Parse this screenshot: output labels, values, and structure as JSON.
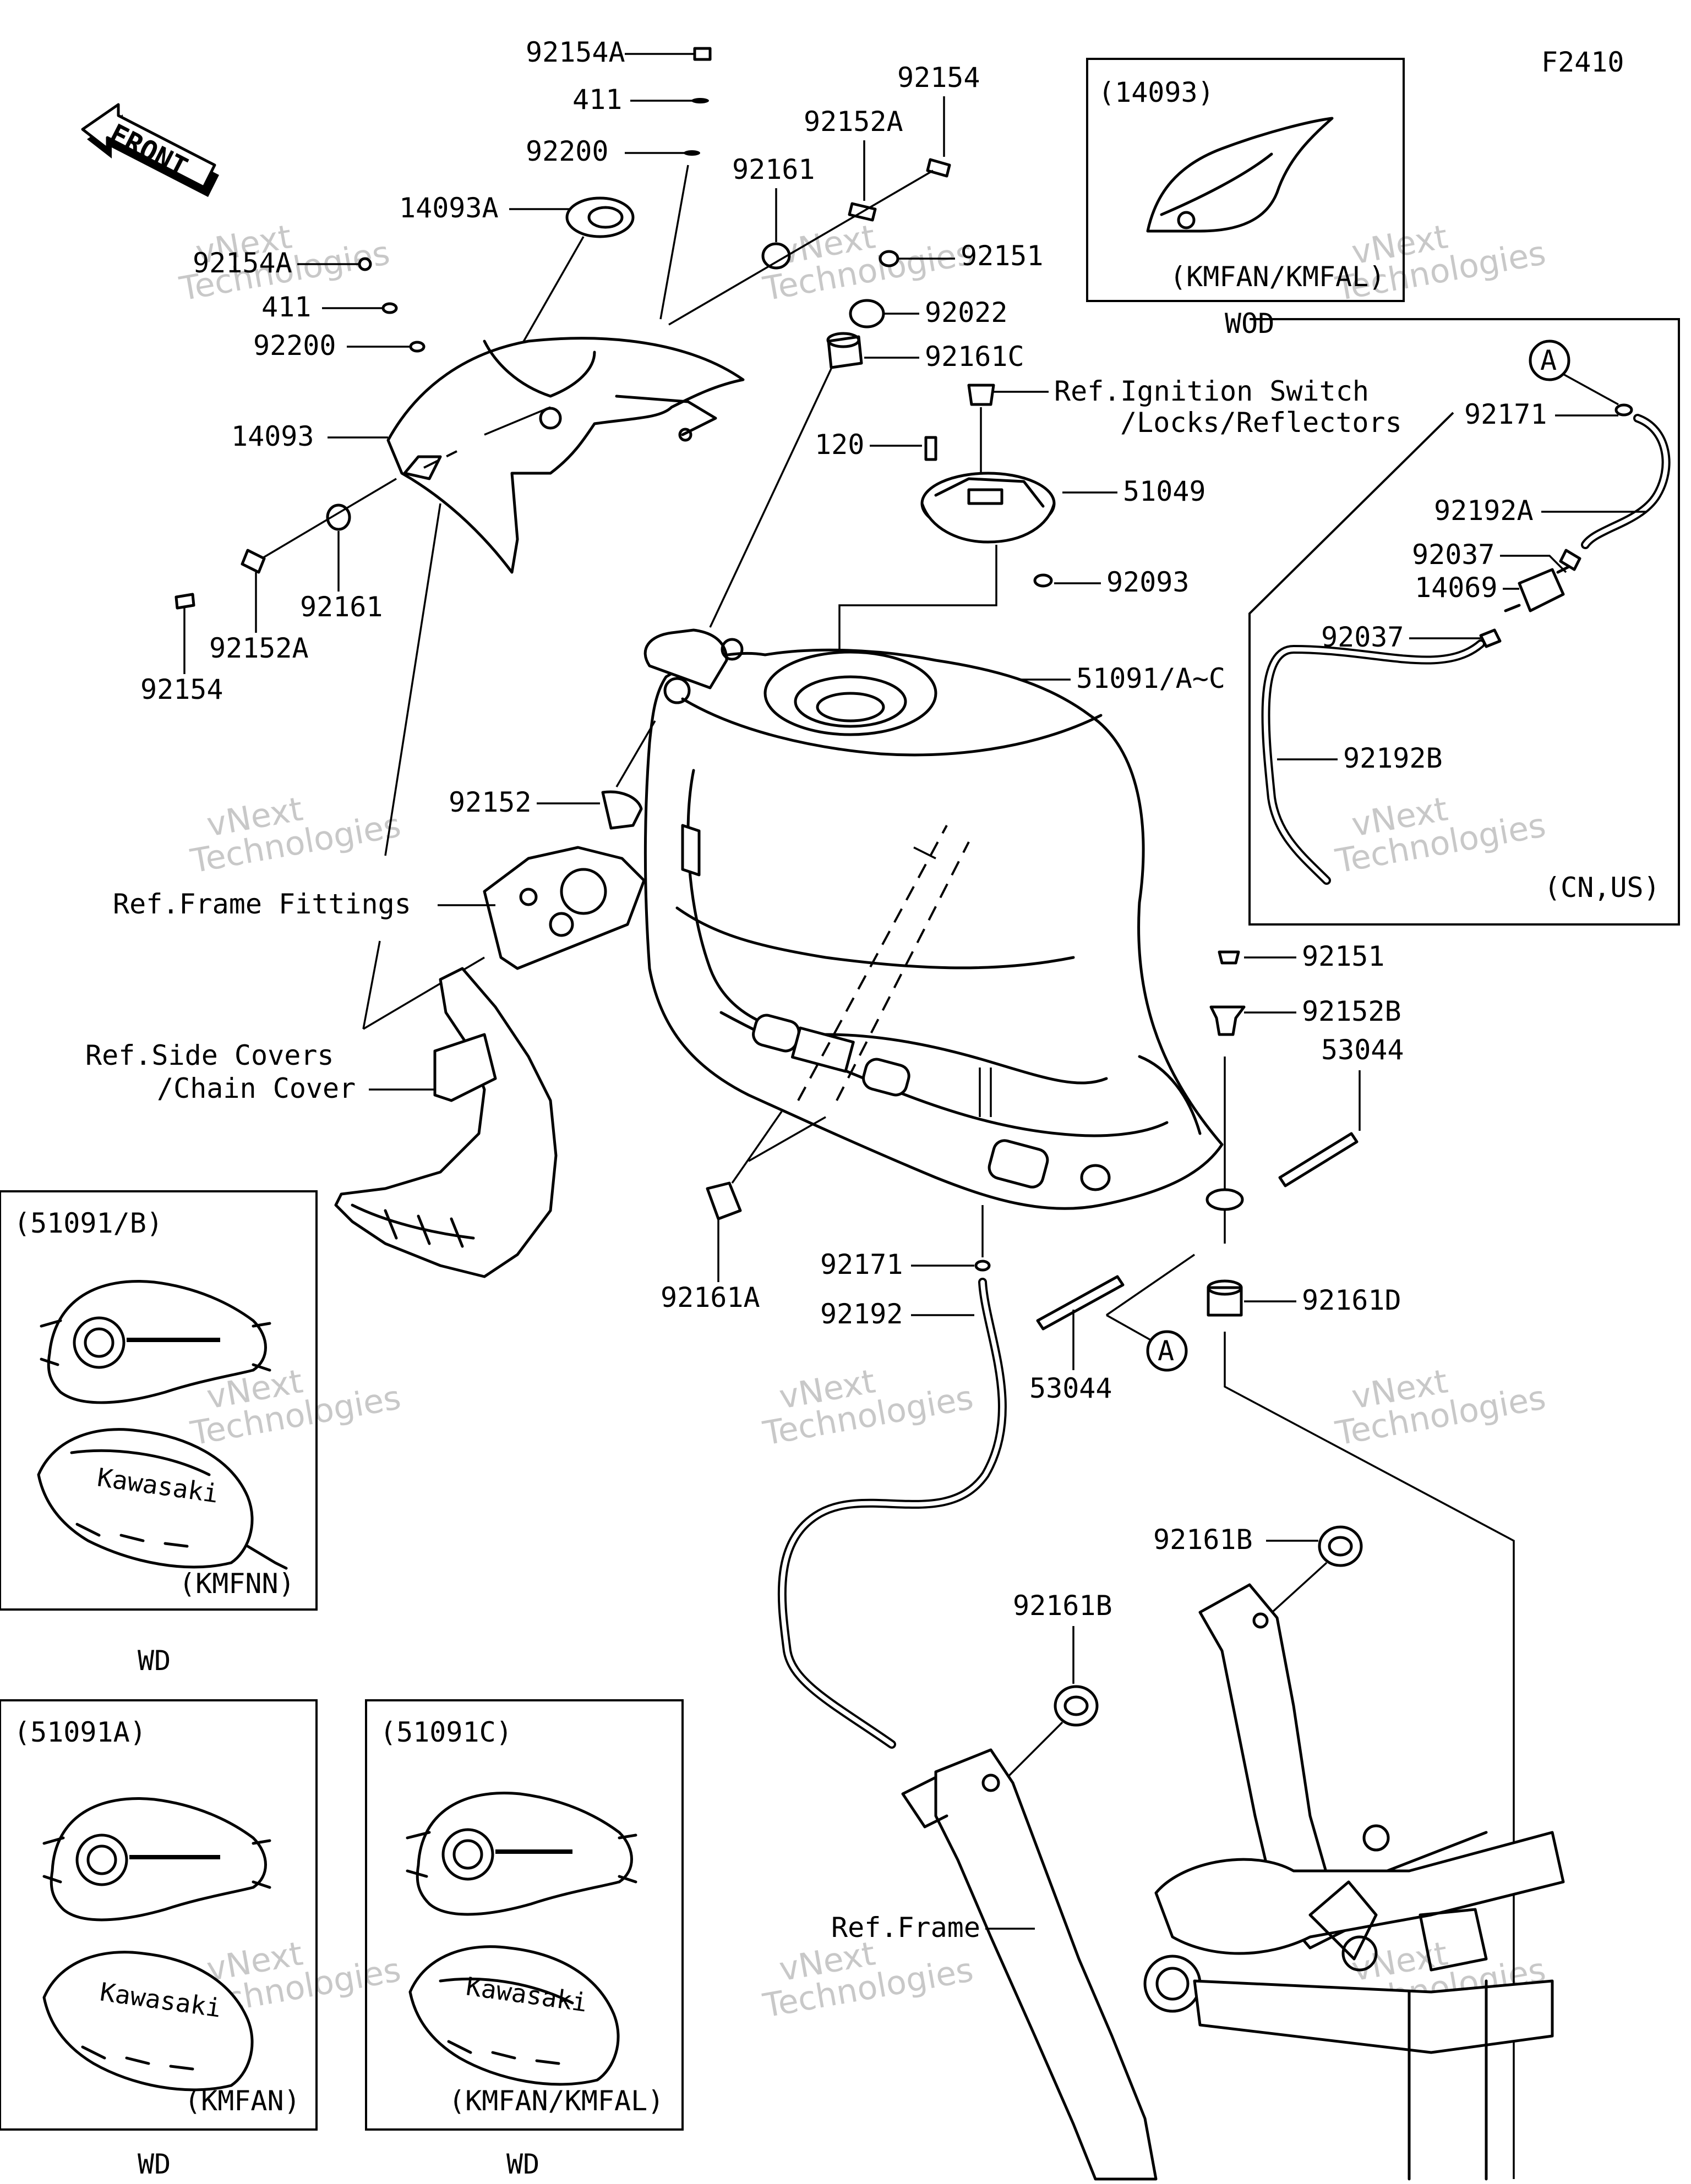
{
  "figure_code": "F2410",
  "front_label": "FRONT",
  "circle_label": "A",
  "watermark": {
    "line1": "vNext",
    "line2": "Technologies",
    "small": "vNext Technologies"
  },
  "callouts": {
    "c92154A_top": "92154A",
    "c411_top": "411",
    "c92200_top": "92200",
    "c92154_top": "92154",
    "c92152A_top": "92152A",
    "c92161_top": "92161",
    "c14093A": "14093A",
    "c92151_top": "92151",
    "c92154A_left": "92154A",
    "c411_left": "411",
    "c92200_left": "92200",
    "c92022": "92022",
    "c92161C": "92161C",
    "c14093": "14093",
    "ref_ignition_1": "Ref.Ignition Switch",
    "ref_ignition_2": "/Locks/Reflectors",
    "c120": "120",
    "c51049": "51049",
    "c92161_left": "92161",
    "c92152A_left": "92152A",
    "c92154_left": "92154",
    "c92093": "92093",
    "c51091": "51091/A~C",
    "c92152": "92152",
    "ref_frame_fittings": "Ref.Frame Fittings",
    "ref_side_covers_1": "Ref.Side Covers",
    "ref_side_covers_2": "/Chain Cover",
    "c92151_right": "92151",
    "c92152B": "92152B",
    "c53044_right": "53044",
    "c92161A": "92161A",
    "c92171_bottom": "92171",
    "c92192": "92192",
    "c53044_bottom": "53044",
    "c92161D": "92161D",
    "c92161B_right": "92161B",
    "c92161B_left": "92161B",
    "ref_frame": "Ref.Frame"
  },
  "inset_wod": {
    "title": "(14093)",
    "variant": "(KMFAN/KMFAL)",
    "below": "WOD"
  },
  "inset_cnus": {
    "c92171": "92171",
    "c92192A": "92192A",
    "c92037_1": "92037",
    "c14069": "14069",
    "c92037_2": "92037",
    "c92192B": "92192B",
    "region": "(CN,US)"
  },
  "inset_b": {
    "title": "(51091/B)",
    "variant": "(KMFNN)",
    "below": "WD",
    "brand": "Kawasaki"
  },
  "inset_a": {
    "title": "(51091A)",
    "variant": "(KMFAN)",
    "below": "WD",
    "brand": "Kawasaki"
  },
  "inset_c": {
    "title": "(51091C)",
    "variant": "(KMFAN/KMFAL)",
    "below": "WD",
    "brand": "Kawasaki"
  }
}
